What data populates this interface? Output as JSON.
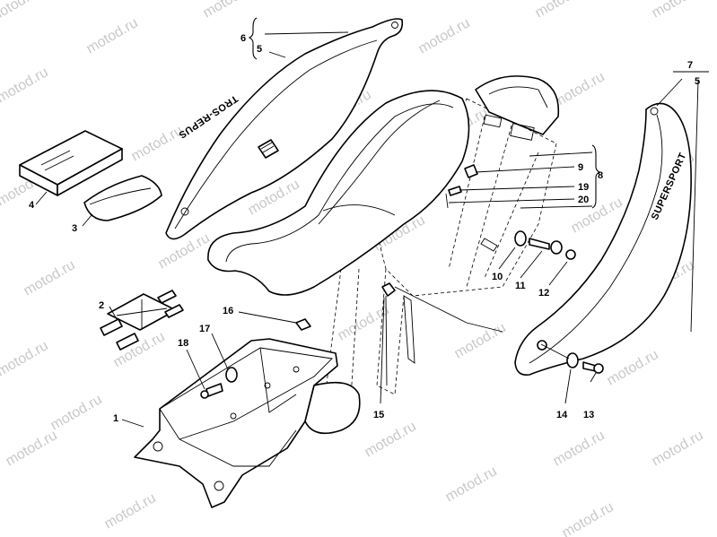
{
  "watermark": "motod.ru",
  "brand_texts": {
    "left_cover": "TROS-REPUS",
    "right_cover": "SUPERSPORT"
  },
  "callouts": [
    "1",
    "2",
    "3",
    "4",
    "5",
    "6",
    "5",
    "7",
    "8",
    "9",
    "10",
    "11",
    "12",
    "13",
    "14",
    "15",
    "16",
    "17",
    "18",
    "19",
    "20"
  ]
}
